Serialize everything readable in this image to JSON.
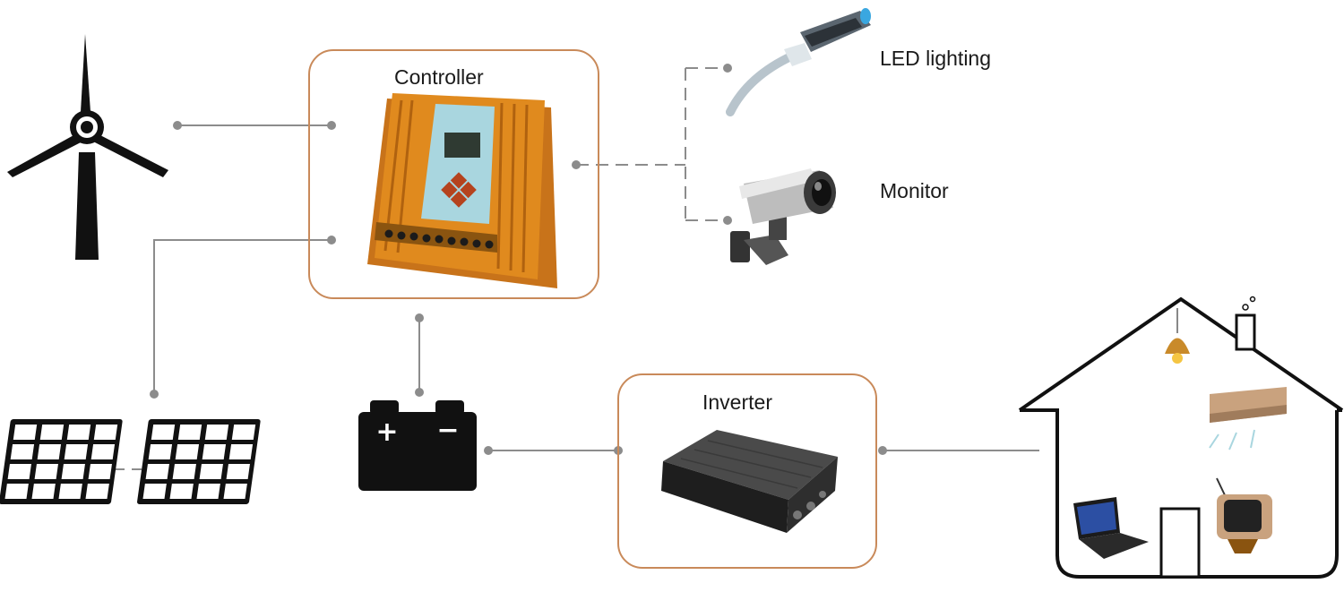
{
  "labels": {
    "controller": "Controller",
    "inverter": "Inverter",
    "led_lighting": "LED lighting",
    "monitor": "Monitor"
  },
  "icons": {
    "wind_turbine": "wind-turbine-icon",
    "solar_panels": "solar-panel-icon",
    "battery": "battery-icon",
    "controller_device": "charge-controller-icon",
    "inverter_device": "inverter-icon",
    "led_light": "street-light-icon",
    "camera": "security-camera-icon",
    "house": "house-icon"
  },
  "battery_symbols": {
    "plus": "+",
    "minus": "−"
  },
  "colors": {
    "line": "#8c8c8c",
    "box_border": "#c98a5a",
    "controller_body": "#e08a1e",
    "controller_panel": "#a9d6df",
    "inverter_body": "#2b2b2b"
  }
}
